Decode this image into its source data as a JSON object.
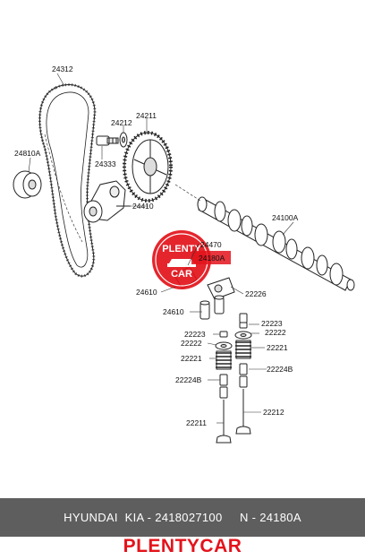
{
  "labels": {
    "timing_belt": "24312",
    "washer": "24212",
    "sprocket": "24211",
    "bolt": "24333",
    "idler": "24810A",
    "tensioner": "24410",
    "camshaft": "24100A",
    "rocker_shaft": "24470",
    "highlight_part": "24180A",
    "lash_adjuster_a": "24610",
    "lash_adjuster_b": "24610",
    "rocker_arm": "22226",
    "cotter_left": "22223",
    "cotter_right": "22223",
    "retainer_left": "22222",
    "retainer_right": "22222",
    "spring_left": "22221",
    "spring_right": "22221",
    "seal_left": "22224B",
    "seal_right": "22224B",
    "valve_intake": "22211",
    "valve_exhaust": "22212"
  },
  "watermark": {
    "top_text": "PLENTY",
    "bottom_text": "CAR",
    "color": "#e3131b"
  },
  "footer": {
    "caption": "HYUNDAI  KIA - 2418027100     N - 24180A",
    "brand": "PLENTYCAR",
    "bar_color": "#5e5e5e",
    "brand_color": "#e3131b"
  }
}
